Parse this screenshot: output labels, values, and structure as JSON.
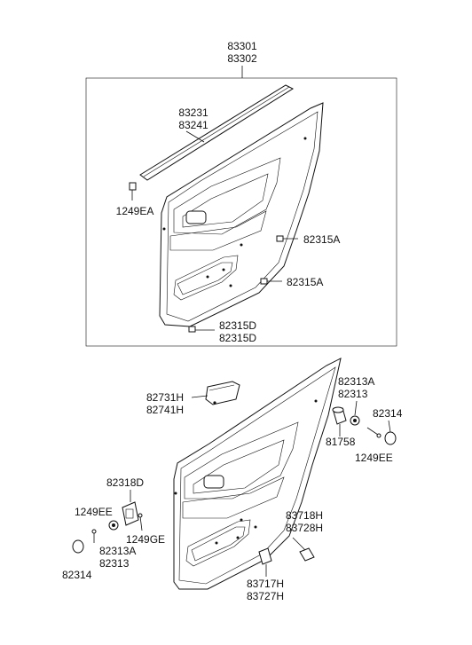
{
  "labels": {
    "assy_top": [
      "83301",
      "83302"
    ],
    "molding": [
      "83231",
      "83241"
    ],
    "clip_left_top": "1249EA",
    "fastener_a1": "82315A",
    "fastener_a2": "82315A",
    "fastener_d": [
      "82315D",
      "82315D"
    ],
    "handle": [
      "82731H",
      "82741H"
    ],
    "grommet_right": [
      "82313A",
      "82313"
    ],
    "cap_right": "82314",
    "bushing": "81758",
    "screw_right": "1249EE",
    "bracket": "82318D",
    "screw_left": "1249EE",
    "grommet_left": [
      "82313A",
      "82313"
    ],
    "screw_ge": "1249GE",
    "cap_left": "82314",
    "cover_upper": [
      "83718H",
      "83728H"
    ],
    "cover_lower": [
      "83717H",
      "83727H"
    ]
  }
}
